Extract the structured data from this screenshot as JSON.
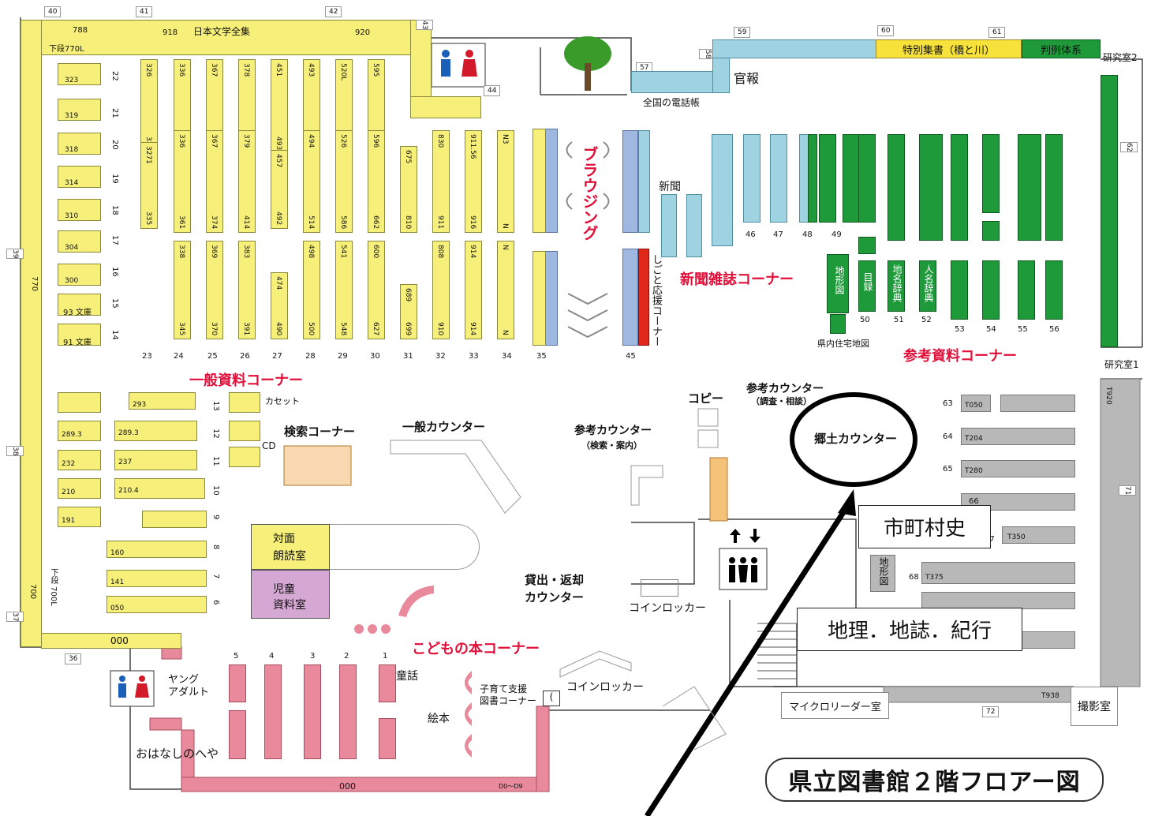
{
  "shelf_numbers_top": [
    "40",
    "41",
    "42",
    "43",
    "44",
    "57",
    "58",
    "59",
    "60",
    "61",
    "62"
  ],
  "top_shelf": {
    "a": "788",
    "b": "918",
    "c": "日本文学全集",
    "d": "920",
    "left_note": "下段770L"
  },
  "tokubetsu": "特別集書（橋と川）",
  "hanrei": "判例体系",
  "kenkyu2": "研究室2",
  "kenkyu1": "研究室1",
  "kanpo": "官報",
  "denwacho": "全国の電話帳",
  "browsing": "ブラウジング",
  "shinbun": "新聞",
  "shinbun_corner": "新聞雑誌コーナー",
  "shigoto_corner": "しごと応援コーナー",
  "sanko_corner": "参考資料コーナー",
  "ippan_corner": "一般資料コーナー",
  "kodomo_corner": "こどもの本コーナー",
  "kensaku_corner": "検索コーナー",
  "ippan_counter": "一般カウンター",
  "sanko_counter1": "参考カウンター",
  "sanko_counter1_sub": "（検索・案内）",
  "sanko_counter2": "参考カウンター",
  "sanko_counter2_sub": "（調査・相談）",
  "kyodo_counter": "郷土カウンター",
  "copy": "コピー",
  "kashidashi": "貸出・返却\nカウンター",
  "taimen": "対面\n朗読室",
  "jido": "児童\n資料室",
  "cassette": "カセット",
  "cd": "CD",
  "coin1": "コインロッカー",
  "coin2": "コインロッカー",
  "young": "ヤング\nアダルト",
  "ohanashi": "おはなしのへや",
  "ehon": "絵本",
  "dowa": "童話",
  "kosodate": "子育て支援\n図書コーナー",
  "micro": "マイクロリーダー室",
  "satsuei": "撮影室",
  "kennai": "県内住宅地図",
  "shichoson": "市町村史",
  "chiri": "地理．地誌．紀行",
  "floor_title": "県立図書館２階フロアー図",
  "bottom_row": [
    "23",
    "24",
    "25",
    "26",
    "27",
    "28",
    "29",
    "30",
    "31",
    "32",
    "33",
    "34",
    "35",
    "45"
  ],
  "left_col": [
    "22",
    "21",
    "20",
    "19",
    "18",
    "17",
    "16",
    "15",
    "14",
    "13",
    "12",
    "11",
    "10",
    "9",
    "8",
    "7",
    "6"
  ],
  "green_nums": [
    "49",
    "50",
    "51",
    "52",
    "53",
    "54",
    "55",
    "56"
  ],
  "blue_nums": [
    "46",
    "47",
    "48"
  ],
  "gray_nums": [
    "63",
    "64",
    "65",
    "66",
    "67",
    "68"
  ],
  "pink_nums": [
    "5",
    "4",
    "3",
    "2",
    "1"
  ],
  "misc": {
    "n36": "36",
    "n37": "37",
    "n38": "38",
    "n39": "39",
    "n71": "71",
    "n72": "72",
    "bottom000": "000",
    "d0d9": "D0～D9",
    "t938": "T938",
    "t920": "T920",
    "n700": "700",
    "n770": "770",
    "kadan700": "下段 700L",
    "n000": "000"
  }
}
